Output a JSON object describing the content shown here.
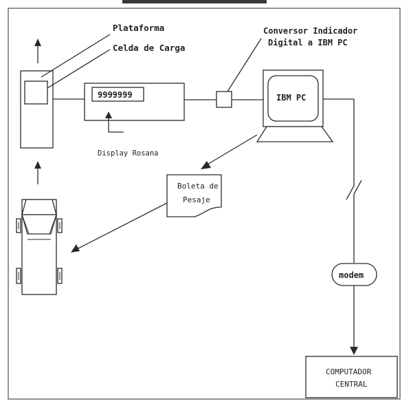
{
  "labels": {
    "plataforma": "Plataforma",
    "celda": "Celda de Carga",
    "conversor_line1": "Conversor Indicador",
    "conversor_line2": "Digital a IBM PC",
    "display_value": "9999999",
    "display_caption": "Display Rosana",
    "pc_label": "IBM PC",
    "boleta_line1": "Boleta de",
    "boleta_line2": "Pesaje",
    "modem": "modem",
    "computador_line1": "COMPUTADOR",
    "computador_line2": "CENTRAL"
  }
}
